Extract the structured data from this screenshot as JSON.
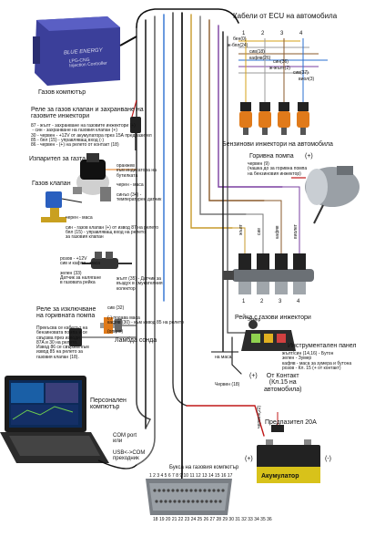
{
  "titles": {
    "ecu_cables": "Кабели от ECU на автомобила",
    "gas_computer": "Газов компютър",
    "relay_valve": "Реле за газов клапан и захранване на\nгазовите инжектори",
    "gas_gauge": "Изпарител за газта",
    "gas_valve": "Газов клапан",
    "petrol_injectors": "Бензинови инжектори на автомобила",
    "fuel_pump": "Горивна помпа",
    "fuel_pump_plus": "(+)",
    "rail": "Рейка с газови инжектори",
    "panel": "Инструментален панел",
    "relay_pump": "Реле за изключване\nна горивната помпа",
    "lambda": "Ламбда сонда",
    "pc": "Персонален\nкомпютър",
    "com_port": "COM port\nили",
    "usb_com": "USB<->COM\nпреходник",
    "fuse": "Предпазител 20А",
    "battery": "Акумулатор",
    "contact": "От Контакт\n(Кл.15 на\nавтомобила)",
    "contact_plus": "(+)",
    "connector": "Букса на газовия компютър"
  },
  "device": {
    "brand": "BLUE ENERGY",
    "model": "LPG-CNG\nInjection Controller"
  },
  "labels": {
    "pin_numbers": [
      "1",
      "2",
      "3",
      "4"
    ],
    "injector_wires": [
      "бен(0)",
      "ж-бял(24)",
      "сив(18)",
      "кафяв(26)",
      "син(36)",
      "ж-жълт(2)",
      "сив(37)",
      "виол(3)"
    ],
    "relay_notes": "87 - жълт - захранване на газовите инжектори (+)\n - син - захранване на газовия клапан (+)\n30 - червен - +12V от акумулатора през 15А предпазител\n85 - бял (15) - управляващ вход (-)\n86 - червен - (+) на релето от контакт (18)",
    "gauge_notes": "оранжев\nкъм индикатора на\nбутилката\n\nчерен - маса\n\nсинъо (34) -\nтемпературен датчик",
    "gas_valve_wires": "черен - маса\n\nсин - газов клапан (+) от извод 87 на релето\nбял (15) - управляващ вход на релето\nза газовия клапан",
    "pressure_notes": "розов - +12V\nсив и кафяв - маса\n\nзелен (33)\nДатчик за налягане\nв газовата рейка",
    "temp_note": "жълт (35) - Датчик за\nвъздух в смукателния\nколектор",
    "pump_relay_notes": "Прекъсва се кабелът на\nбензиновата помпа и се\nсвързва през изводи\n87A и 30 на релето.\nИзвод 86 се свързва към\nизвод 85 на релето за\nгазовия клапан (18).",
    "lambda_wires": "сив (32)\n\n(-) подава маса\nкафяв (30) - към извод 85 на релето\n\n(опция)",
    "pump_note": "червен (9)\n(чашка до за горивна помпа\nна бензиновия инжектор)",
    "rail_wires": [
      "жълт",
      "сив",
      "кафяв",
      "виолет"
    ],
    "rail_pins": [
      "1",
      "2",
      "3",
      "4"
    ],
    "panel_notes": "жълт/син (14,16) - Бутон\nзелен - Зумер\nкафяв - маса за зумера и бутона\nрозов - Кл. 15 (+ от контакт)",
    "buzzer": "Зумер",
    "panel_ground": "на маса",
    "contact_wire": "Червен (18)",
    "battery_wire_left": "червен(22)",
    "battery_plus": "(+)",
    "battery_minus": "(-)",
    "connector_top_pins": "1  2  3  4  5  6  7  8  9 10 11 12 13 14 15 16 17",
    "connector_bottom_pins": "18 19 20 21 22 23 24 25 26 27 28 29 30 31 32 33 34 35 36"
  }
}
